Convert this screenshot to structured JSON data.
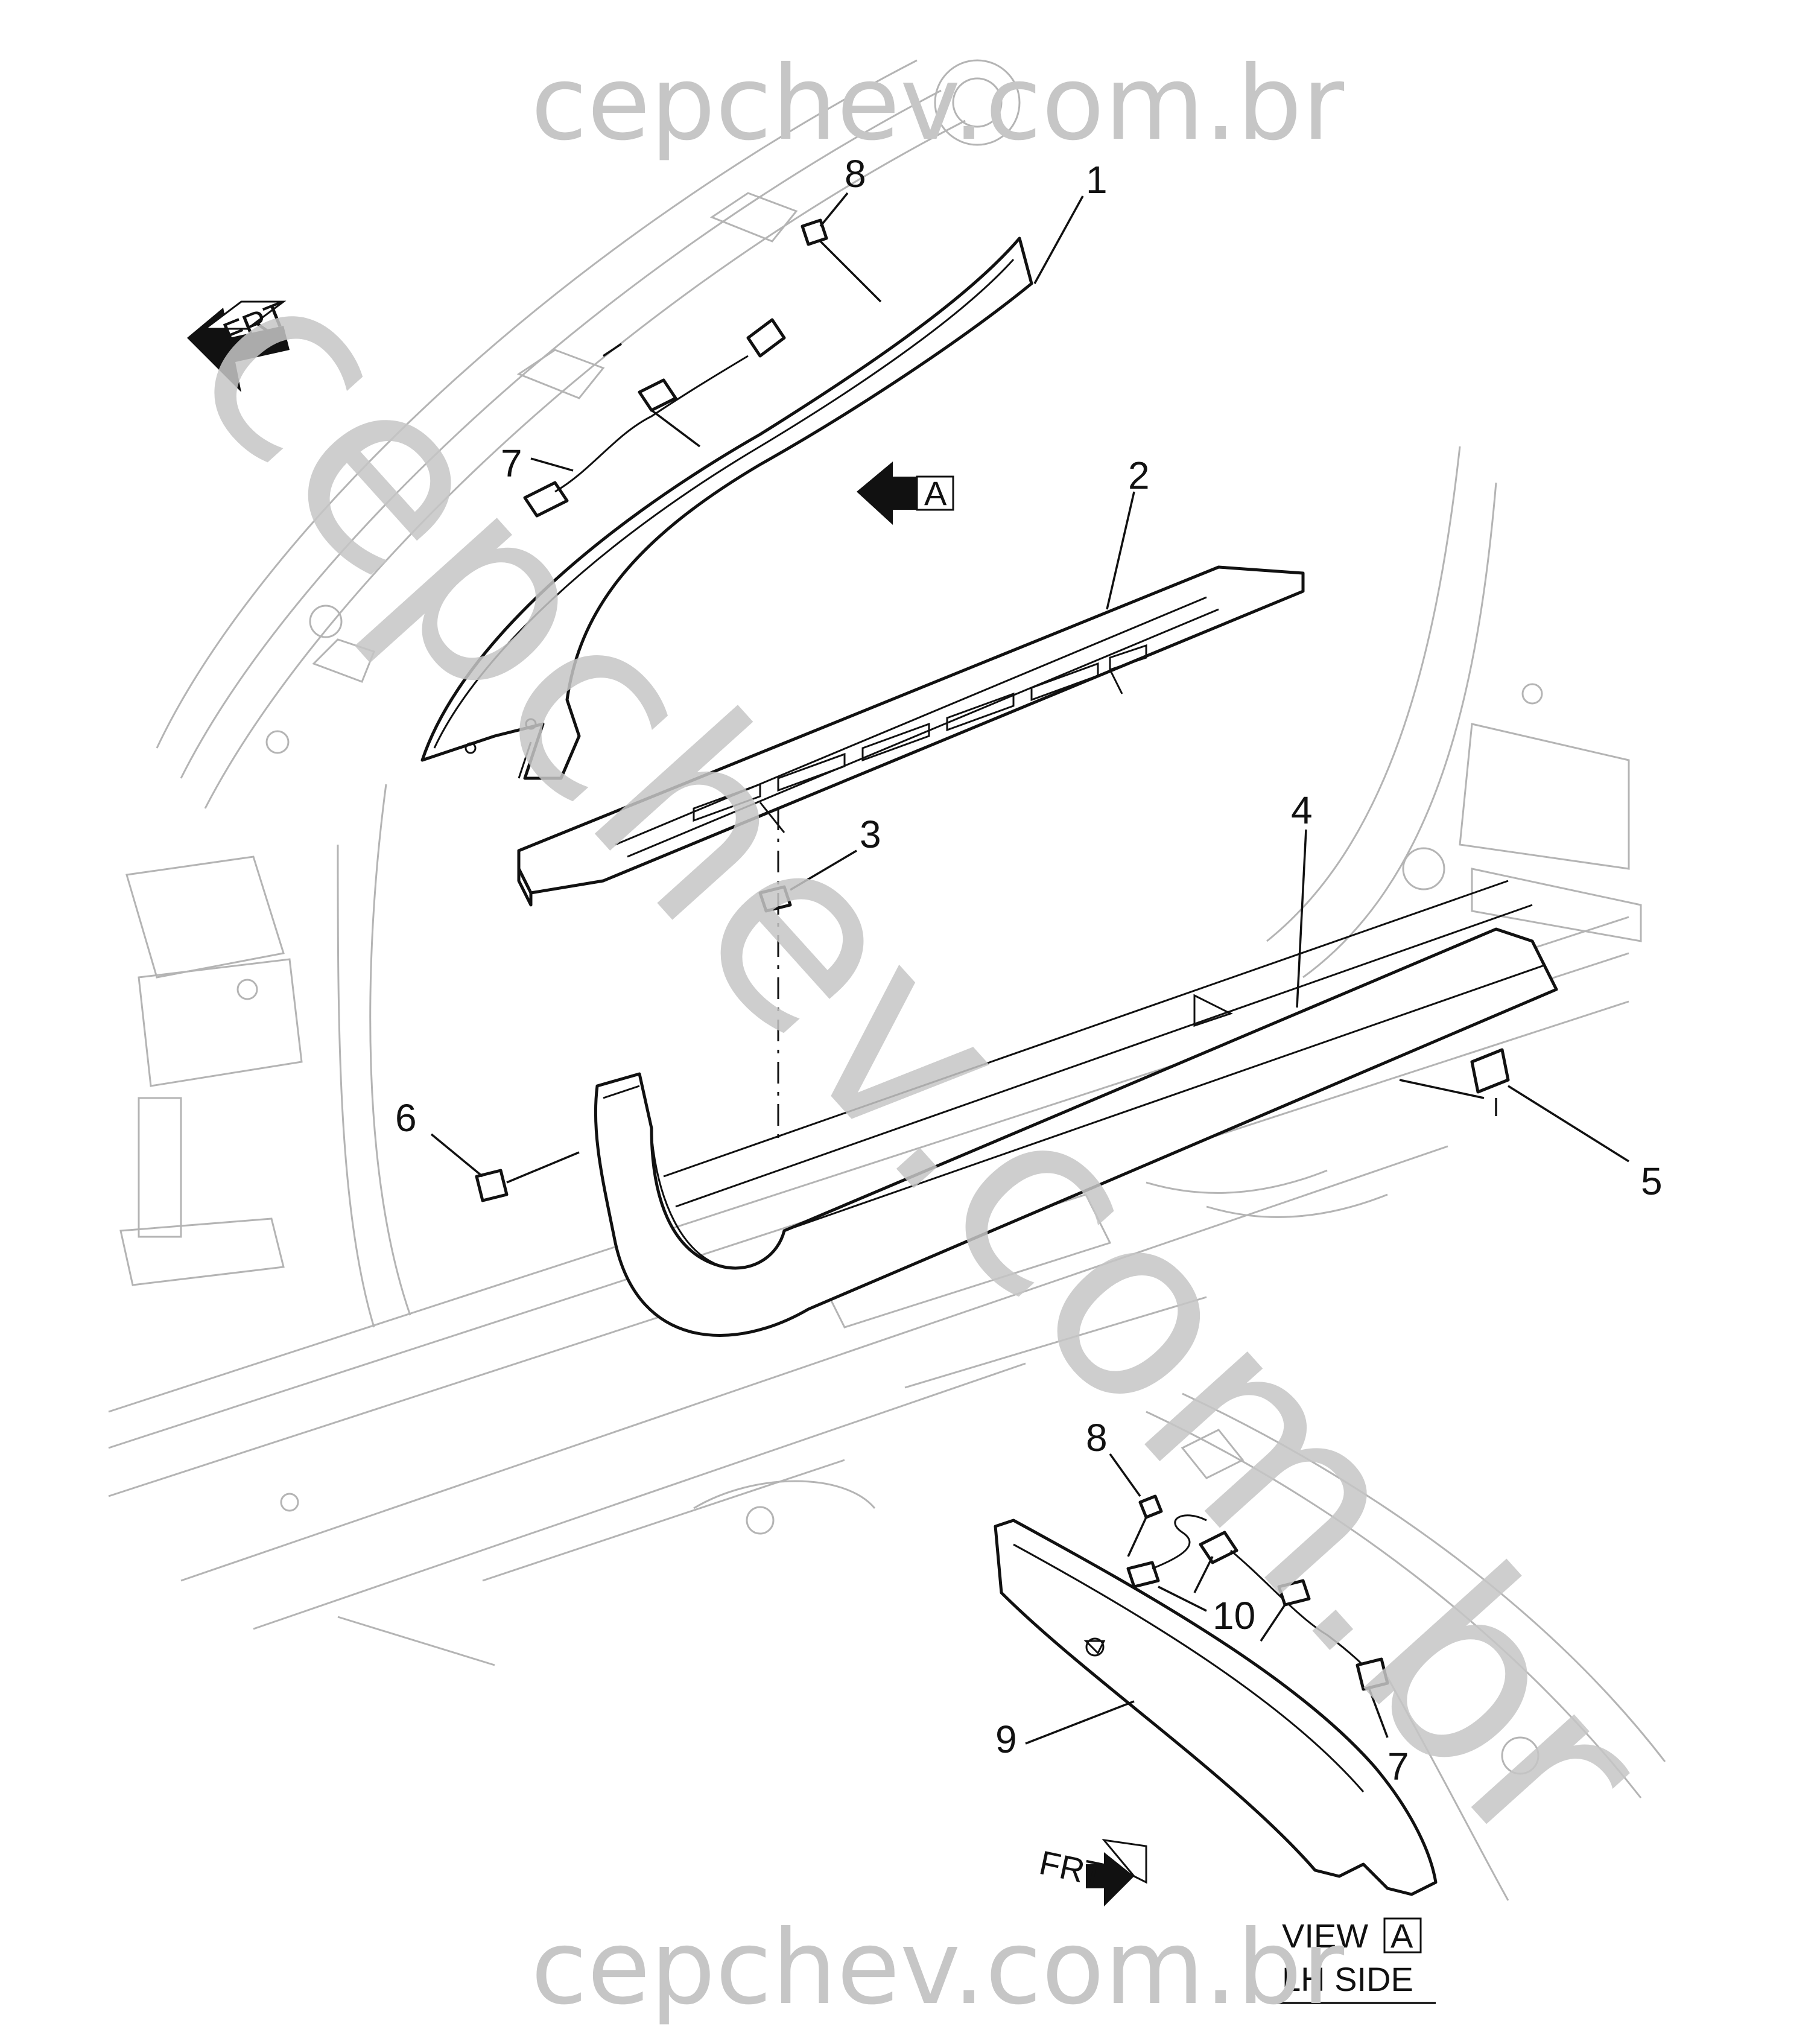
{
  "watermark": {
    "top": "cepchev.com.br",
    "bottom": "cepchev.com.br",
    "diagonal": "cepchev.com.br"
  },
  "callouts": [
    {
      "id": "1",
      "label": "1"
    },
    {
      "id": "2",
      "label": "2"
    },
    {
      "id": "3",
      "label": "3"
    },
    {
      "id": "4",
      "label": "4"
    },
    {
      "id": "5",
      "label": "5"
    },
    {
      "id": "6",
      "label": "6"
    },
    {
      "id": "7-upper",
      "label": "7"
    },
    {
      "id": "8-upper",
      "label": "8"
    },
    {
      "id": "8-lower",
      "label": "8"
    },
    {
      "id": "9",
      "label": "9"
    },
    {
      "id": "10",
      "label": "10"
    },
    {
      "id": "7-lower",
      "label": "7"
    }
  ],
  "frt_upper": "FRT",
  "frt_lower": "FRT",
  "view_arrow_letter": "A",
  "view_caption": {
    "view_word": "VIEW",
    "view_letter": "A",
    "side": "LH SIDE"
  }
}
